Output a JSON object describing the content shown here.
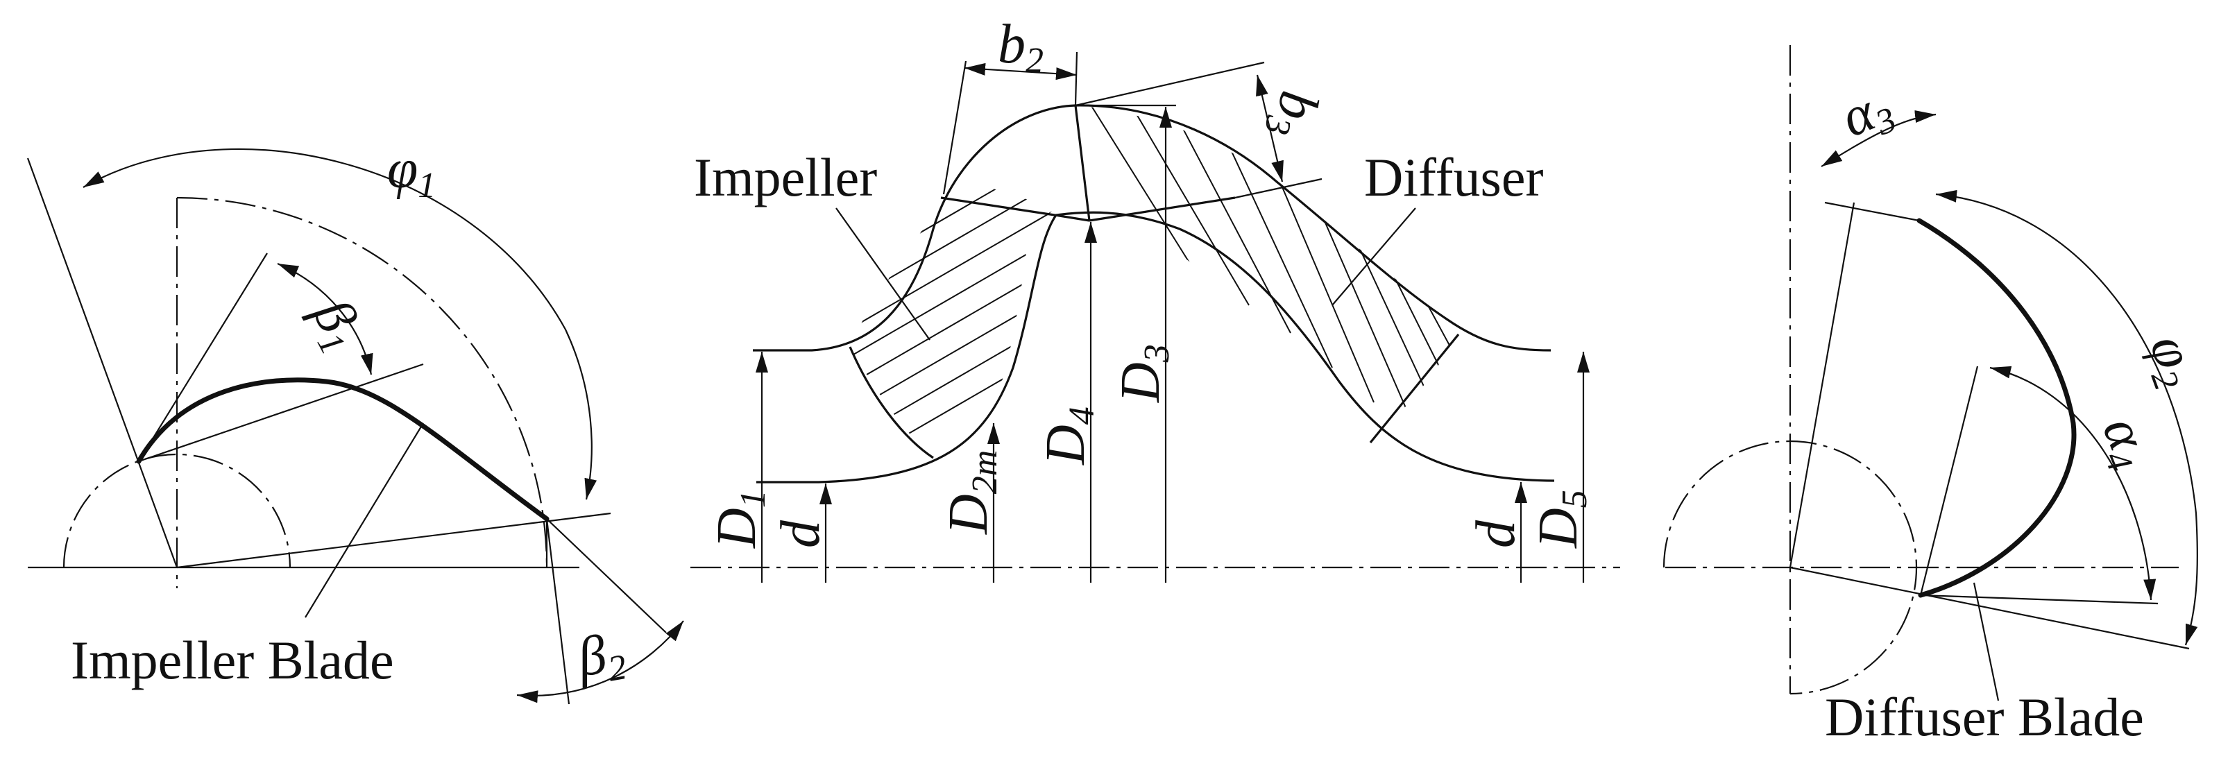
{
  "labels": {
    "impeller_blade": "Impeller Blade",
    "impeller": "Impeller",
    "diffuser": "Diffuser",
    "diffuser_blade": "Diffuser Blade"
  },
  "symbols": {
    "phi1": {
      "base": "φ",
      "sub": "1"
    },
    "beta1": {
      "base": "β",
      "sub": "1"
    },
    "beta2": {
      "base": "β",
      "sub": "2"
    },
    "b2": {
      "base": "b",
      "sub": "2"
    },
    "b3": {
      "base": "b",
      "sub": "3"
    },
    "D1": {
      "base": "D",
      "sub": "1"
    },
    "d_left": {
      "base": "d",
      "sub": ""
    },
    "D2m": {
      "base": "D",
      "sub": "2m"
    },
    "D4": {
      "base": "D",
      "sub": "4"
    },
    "D3": {
      "base": "D",
      "sub": "3"
    },
    "d_right": {
      "base": "d",
      "sub": ""
    },
    "D5": {
      "base": "D",
      "sub": "5"
    },
    "alpha3": {
      "base": "α",
      "sub": "3"
    },
    "phi2": {
      "base": "φ",
      "sub": "2"
    },
    "alpha4": {
      "base": "α",
      "sub": "4"
    }
  }
}
